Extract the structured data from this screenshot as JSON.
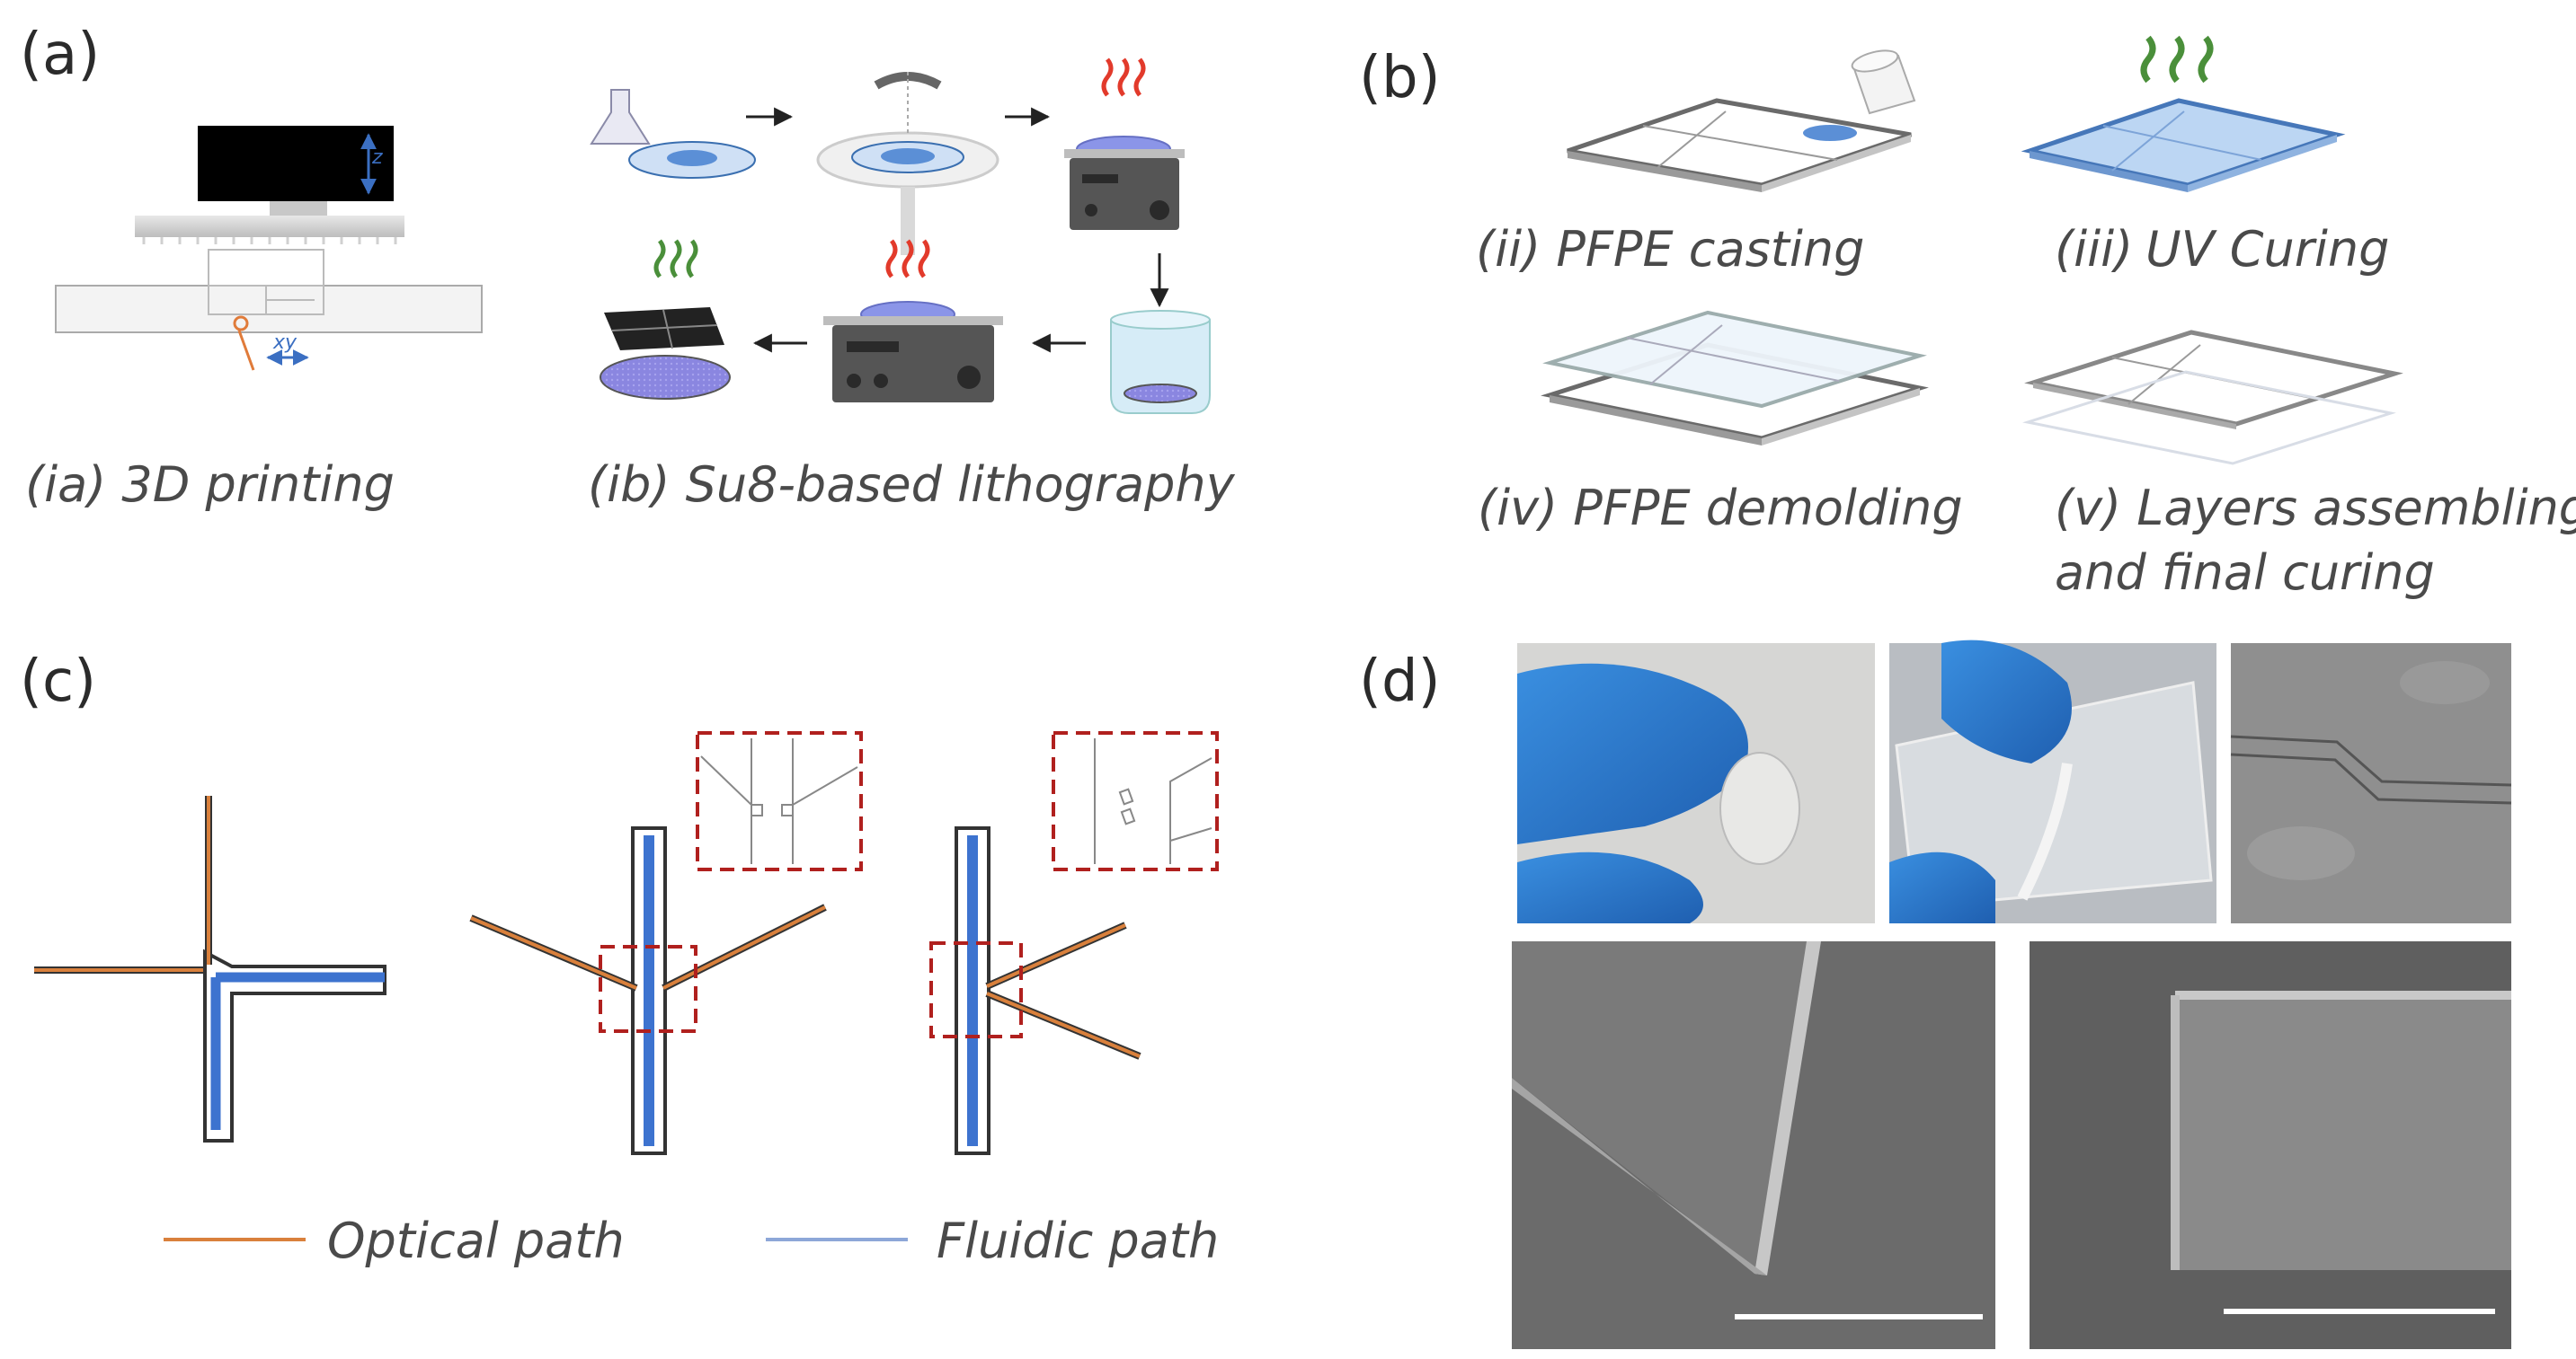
{
  "panels": {
    "a": {
      "label": "(a)",
      "ia_caption": "(ia) 3D printing",
      "ib_caption": "(ib) Su8-based lithography",
      "axis_z": "z",
      "axis_xy": "xy"
    },
    "b": {
      "label": "(b)",
      "ii_prefix": "(ii)",
      "ii_text": "PFPE casting",
      "iii_prefix": "(iii)",
      "iii_text": "UV Curing",
      "iv_prefix": "(iv)",
      "iv_text": "PFPE demolding",
      "v_line1": "(v) Layers assembling",
      "v_line2": "and final curing"
    },
    "c": {
      "label": "(c)",
      "legend_optical": "Optical path",
      "legend_fluidic": "Fluidic path"
    },
    "d": {
      "label": "(d)"
    }
  },
  "colors": {
    "optical": "#d9803c",
    "fluidic": "#3d73cf",
    "highlight_box": "#b0201e",
    "pfpe": "#5b8fd6",
    "steam_red": "#e23a2b",
    "uv_green": "#4a8f3a"
  }
}
